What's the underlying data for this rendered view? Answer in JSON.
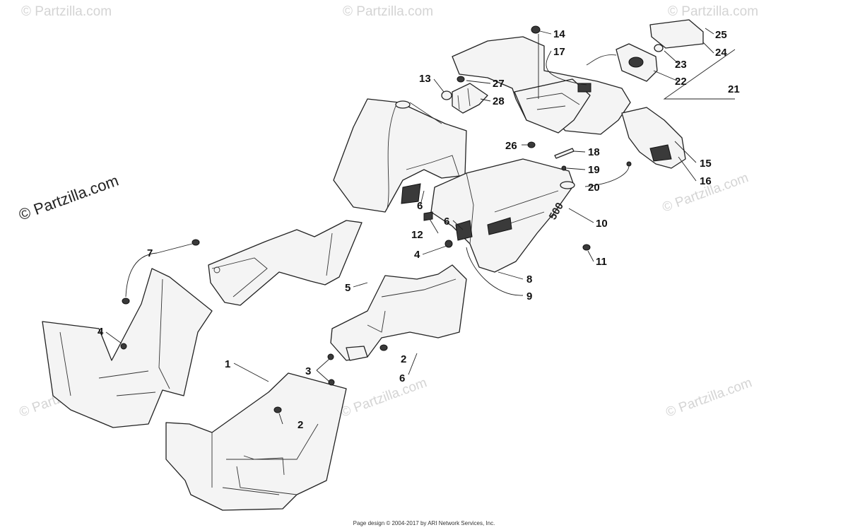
{
  "watermarks": {
    "main": "© Partzilla.com",
    "tile": "© Partzilla.com"
  },
  "decal_text": "500",
  "callouts": {
    "c1": "1",
    "c2a": "2",
    "c2b": "2",
    "c3": "3",
    "c4a": "4",
    "c4b": "4",
    "c5": "5",
    "c6a": "6",
    "c6b": "6",
    "c6c": "6",
    "c7": "7",
    "c8": "8",
    "c9": "9",
    "c10": "10",
    "c11": "11",
    "c12": "12",
    "c13": "13",
    "c14": "14",
    "c15": "15",
    "c16": "16",
    "c17": "17",
    "c18": "18",
    "c19": "19",
    "c20": "20",
    "c21": "21",
    "c22": "22",
    "c23": "23",
    "c24": "24",
    "c25": "25",
    "c26": "26",
    "c27": "27",
    "c28": "28"
  },
  "footer": "Page design © 2004-2017 by ARI Network Services, Inc."
}
